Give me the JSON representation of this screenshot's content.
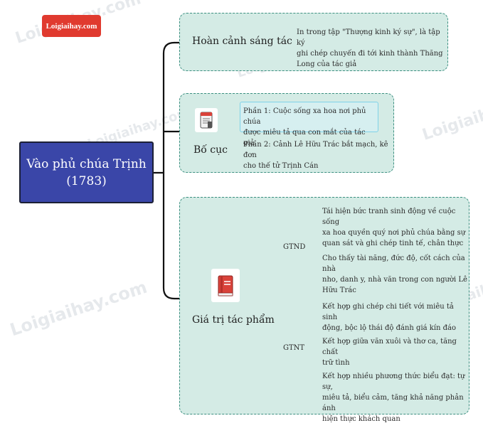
{
  "logo": {
    "text": "Loigiaihay.com"
  },
  "watermark": {
    "text": "Loigiaihay.com"
  },
  "root": {
    "line1": "Vào phủ chúa Trịnh",
    "line2": "(1783)"
  },
  "hoan_canh": {
    "title": "Hoàn cảnh sáng tác",
    "note_lines": [
      "In trong tập \"Thượng kinh ký sự\", là tập ký",
      "ghi chép chuyến đi tới kinh thành Thăng",
      "Long của tác giả"
    ]
  },
  "bo_cuc": {
    "title": "Bố cục",
    "icon": "document-icon",
    "parts": [
      {
        "lines": [
          "Phần 1: Cuộc sống xa hoa nơi phủ chúa",
          "được miêu tả qua con mắt của tác giả"
        ]
      },
      {
        "lines": [
          "Phần 2: Cảnh Lê Hữu Trác bắt mạch, kê đơn",
          "cho thế tử Trịnh Cán"
        ]
      }
    ]
  },
  "gia_tri": {
    "title": "Giá trị tác phẩm",
    "icon": "book-icon",
    "gtnd": {
      "label": "GTND",
      "items": [
        {
          "lines": [
            "Tái hiện bức tranh sinh động về cuộc sống",
            "xa hoa quyền quý nơi phủ chúa bằng sự",
            "quan sát và ghi chép tinh tế, chân thực"
          ]
        },
        {
          "lines": [
            "Cho thấy tài năng, đức độ, cốt cách của nhà",
            "nho, danh y, nhà văn trong con người Lê",
            "Hữu Trác"
          ]
        }
      ]
    },
    "gtnt": {
      "label": "GTNT",
      "items": [
        {
          "lines": [
            "Kết hợp ghi chép chi tiết với miêu tả sinh",
            "động, bộc lộ thái độ đánh giá kín đáo"
          ]
        },
        {
          "lines": [
            "Kết hợp giữa văn xuôi và thơ ca, tăng chất",
            "trữ tình"
          ]
        },
        {
          "lines": [
            "Kết hợp nhiều phương thức biểu đạt: tự sự,",
            "miêu tả, biểu cảm, tăng khả năng phản ánh",
            "hiện thực khách quan"
          ]
        }
      ]
    }
  },
  "colors": {
    "root_fill": "#3a46a8",
    "box_fill": "#d4ebe5",
    "box_border": "#3c8f80",
    "logo_fill": "#e03a2f"
  }
}
